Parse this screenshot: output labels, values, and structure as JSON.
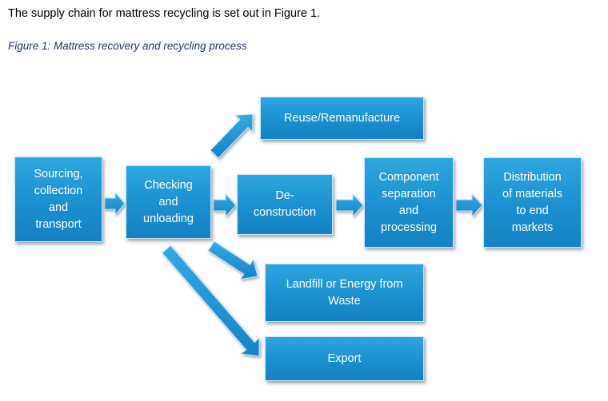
{
  "intro_text": "The supply chain for mattress recycling is set out in Figure 1.",
  "figure_caption": "Figure 1: Mattress recovery and recycling process",
  "colors": {
    "box_fill": "#1b8fd0",
    "box_border": "#c6e6f7",
    "arrow_fill": "#1d95d8",
    "caption_text": "#1f3864"
  },
  "nodes": {
    "sourcing": "Sourcing,\ncollection\nand\ntransport",
    "checking": "Checking\nand\nunloading",
    "reuse": "Reuse/Remanufacture",
    "deconstruction": "De-\nconstruction",
    "component": "Component\nseparation\nand\nprocessing",
    "distribution": "Distribution\nof materials\nto end\nmarkets",
    "landfill": "Landfill or Energy from\nWaste",
    "export": "Export"
  },
  "edges": [
    {
      "from": "sourcing",
      "to": "checking"
    },
    {
      "from": "checking",
      "to": "reuse"
    },
    {
      "from": "checking",
      "to": "deconstruction"
    },
    {
      "from": "checking",
      "to": "landfill"
    },
    {
      "from": "checking",
      "to": "export"
    },
    {
      "from": "deconstruction",
      "to": "component"
    },
    {
      "from": "component",
      "to": "distribution"
    }
  ]
}
